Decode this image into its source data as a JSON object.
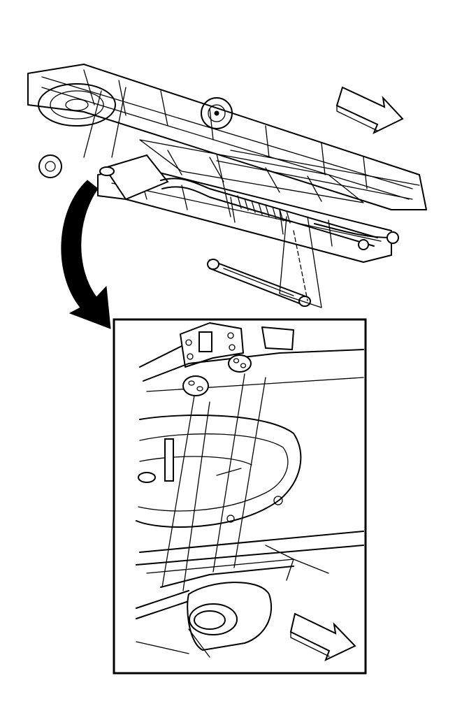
{
  "figure": {
    "colors": {
      "ink": "#000000",
      "paper": "#ffffff"
    },
    "icons": {
      "direction_arrow_top": "hollow-3d-arrow-icon",
      "direction_arrow_detail": "hollow-3d-arrow-icon",
      "zoom_arrow": "curved-arrow-icon"
    },
    "views": [
      {
        "name": "overview",
        "content": "vehicle-underbody-exhaust-system"
      },
      {
        "name": "detail",
        "content": "rear-exhaust-hangers-and-muffler"
      }
    ]
  }
}
